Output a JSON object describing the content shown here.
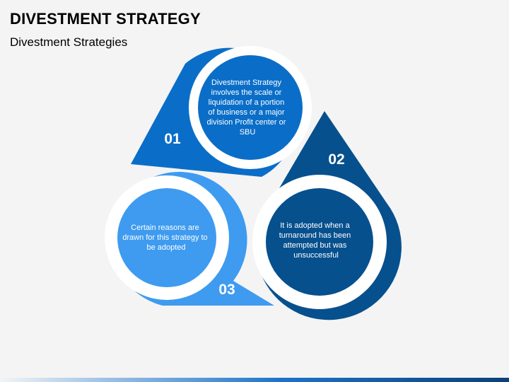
{
  "header": {
    "title": "DIVESTMENT STRATEGY",
    "subtitle": "Divestment Strategies"
  },
  "colors": {
    "step1": "#0a6ec8",
    "step2": "#07508e",
    "step3": "#3e9bf0",
    "ring": "#ffffff",
    "background": "#f4f4f4"
  },
  "steps": [
    {
      "number": "01",
      "lines": [
        "Divestment Strategy",
        "involves the scale or",
        "liquidation of a portion",
        "of business or a major",
        "division Profit center or",
        "SBU"
      ]
    },
    {
      "number": "02",
      "lines": [
        "It is adopted when a",
        "turnaround has been",
        "attempted but was",
        "unsuccessful"
      ]
    },
    {
      "number": "03",
      "lines": [
        "Certain reasons are",
        "drawn for this strategy to",
        "be adopted"
      ]
    }
  ]
}
